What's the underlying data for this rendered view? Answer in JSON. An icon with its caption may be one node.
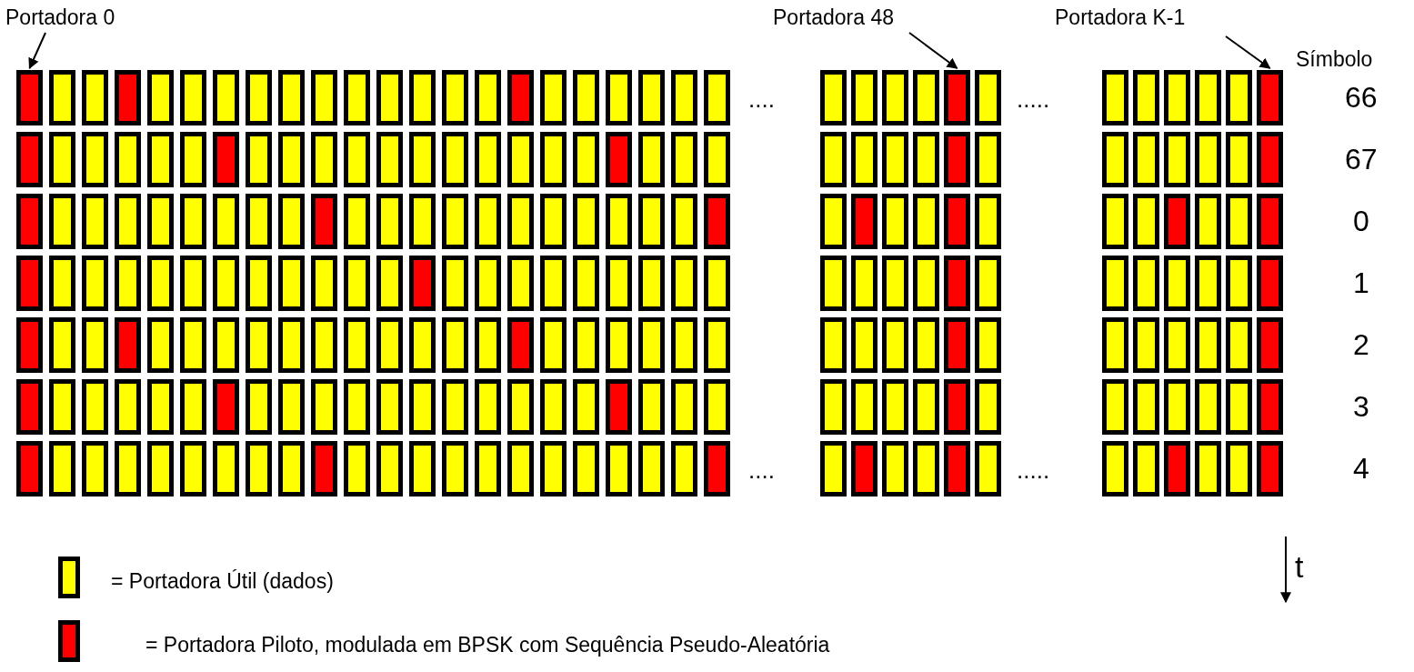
{
  "diagram": {
    "nodes": [
      {
        "text": [
          "Portadora 0"
        ]
      },
      {
        "text": [
          "Portadora 48"
        ]
      },
      {
        "text": [
          "Portadora K-1"
        ]
      },
      {
        "text": [],
        "shape": "box"
      },
      {
        "text": [],
        "shape": "box"
      },
      {
        "text": [],
        "shape": "box"
      }
    ],
    "edges": [
      {
        "from": 0,
        "to": 3,
        "arrow": "to"
      },
      {
        "from": 1,
        "to": 4,
        "arrow": "to"
      },
      {
        "from": 2,
        "to": 5,
        "arrow": "to"
      }
    ],
    "labels": [
      "Símbolo",
      "....",
      ".....",
      "66",
      "67",
      "0",
      "1",
      "2",
      "3",
      "....",
      ".....",
      "4",
      "t"
    ],
    "legend": [
      {
        "text": "= Portadora Útil (dados)",
        "color": "#ffff00"
      },
      {
        "text": "= Portadora Piloto, modulada em BPSK com Sequência Pseudo-Aleatória",
        "color": "#ff0000"
      }
    ]
  }
}
